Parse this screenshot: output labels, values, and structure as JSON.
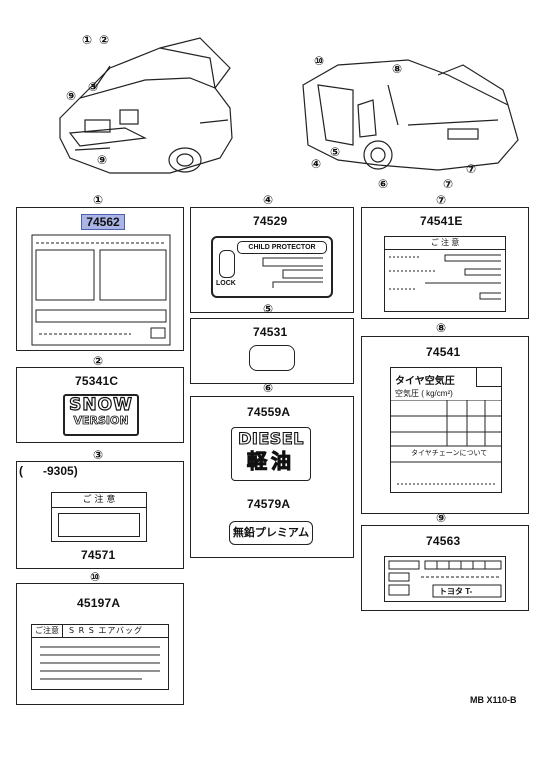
{
  "diagram_id": "MB X110-B",
  "boxes": [
    {
      "ref": "①",
      "code": "74562",
      "highlighted": true
    },
    {
      "ref": "②",
      "code": "75341C",
      "label_line1": "SNOW",
      "label_line2": "VERSION"
    },
    {
      "ref": "③",
      "code": "74571",
      "note": "(      -9305)",
      "header": "ご 注 意"
    },
    {
      "ref": "④",
      "code": "74529",
      "label": "CHILD PROTECTOR",
      "lock": "LOCK"
    },
    {
      "ref": "⑤",
      "code": "74531"
    },
    {
      "ref": "⑥",
      "code_a": "74559A",
      "label_a1": "DIESEL",
      "label_a2": "軽油",
      "code_b": "74579A",
      "label_b": "無鉛プレミアム"
    },
    {
      "ref": "⑦",
      "code": "74541E",
      "header": "ご 注 意"
    },
    {
      "ref": "⑧",
      "code": "74541",
      "title": "タイヤ空気圧",
      "pressure": "空気圧 ( kg/cm²)",
      "footer": "タイヤチェーンについて"
    },
    {
      "ref": "⑨",
      "code": "74563",
      "plate": "トヨタ T-"
    },
    {
      "ref": "⑩",
      "code": "45197A",
      "header1": "ご注意",
      "header2": "S R S エアバッグ"
    }
  ],
  "callouts_front": [
    "①",
    "②",
    "③",
    "⑨",
    "⑨"
  ],
  "callouts_rear": [
    "⑩",
    "⑧",
    "④",
    "⑤",
    "⑥",
    "⑦",
    "⑦"
  ]
}
